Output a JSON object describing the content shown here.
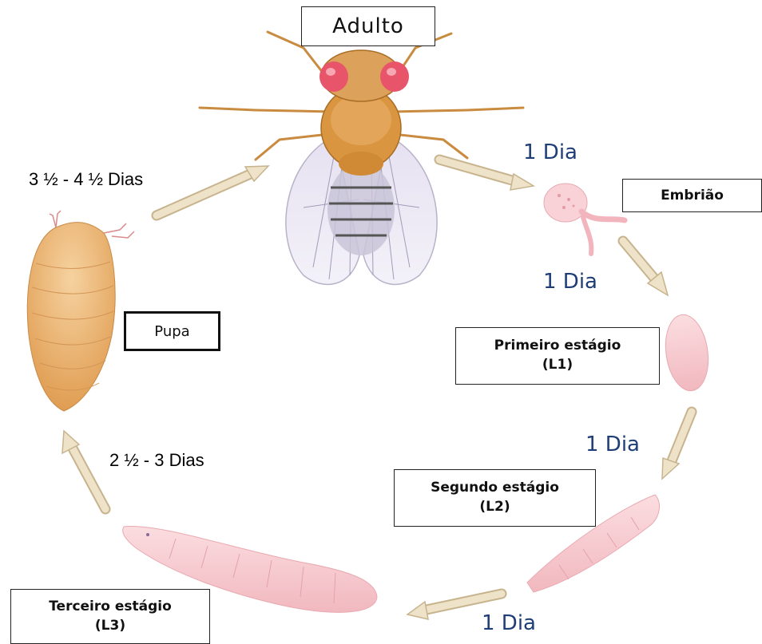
{
  "stages": {
    "adult": "Adulto",
    "embryo": "Embrião",
    "first_instar": {
      "name": "Primeiro estágio",
      "code": "(L1)"
    },
    "second_instar": {
      "name": "Segundo estágio",
      "code": "(L2)"
    },
    "third_instar": {
      "name": "Terceiro estágio",
      "code": "(L3)"
    },
    "pupa": "Pupa"
  },
  "durations": {
    "adult_to_embryo": "1 Dia",
    "embryo_to_l1": "1 Dia",
    "l1_to_l2": "1 Dia",
    "l2_to_l3": "1 Dia",
    "l3_to_pupa": "2 ½ - 3 Dias",
    "pupa_to_adult": "3 ½ - 4 ½ Dias"
  },
  "colors": {
    "arrow_fill": "#eee3c8",
    "arrow_stroke": "#c7b48e",
    "duration_text": "#1f3e78",
    "larva_pink": "#f6c9ce",
    "pupa_orange": "#e4a65c",
    "fly_body": "#d9953f",
    "fly_eye": "#e8546a",
    "fly_wing": "#e9e6f3"
  }
}
